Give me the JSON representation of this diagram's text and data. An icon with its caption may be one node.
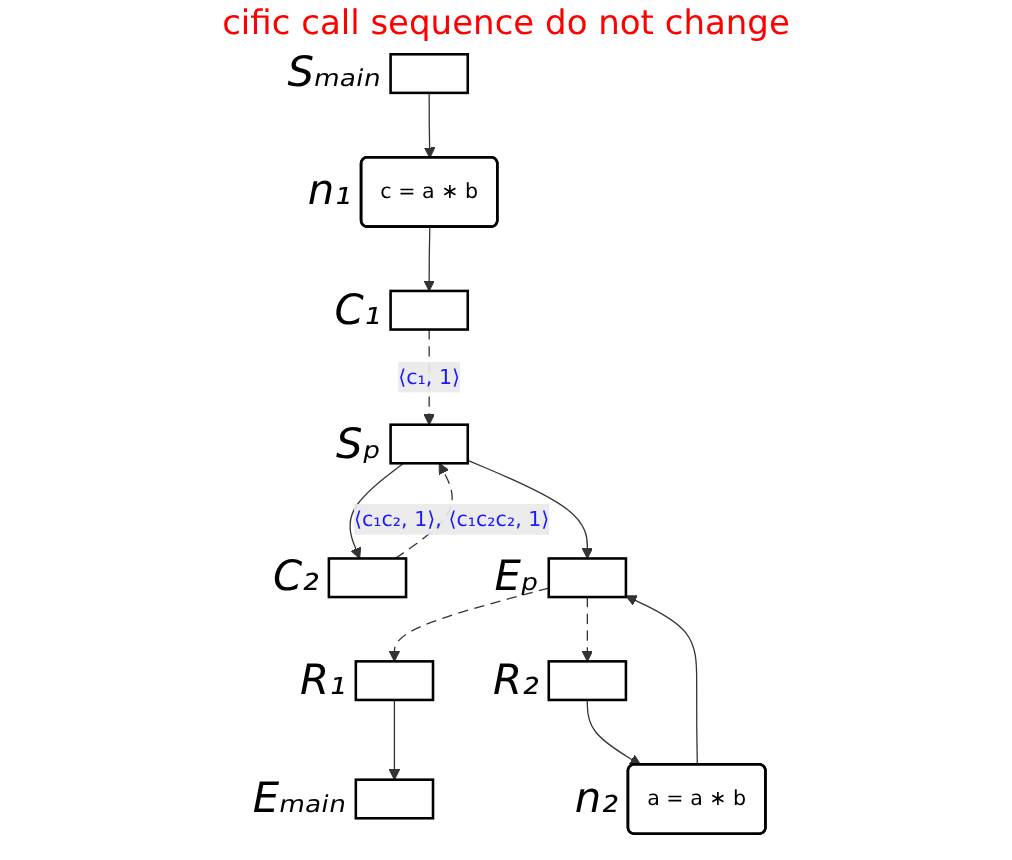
{
  "diagram": {
    "title": "cific call sequence do not change",
    "nodes": [
      {
        "text": [],
        "shape": "box",
        "beside": [
          "Sₘₐᵢₙ"
        ]
      },
      {
        "text": [
          "c = a ∗ b"
        ],
        "beside": [
          "n₁"
        ]
      },
      {
        "text": [],
        "shape": "box",
        "beside": [
          "C₁"
        ]
      },
      {
        "text": [],
        "shape": "box",
        "beside": [
          "R₁"
        ]
      },
      {
        "text": [],
        "shape": "box",
        "beside": [
          "Eₘₐᵢₙ"
        ]
      },
      {
        "text": [],
        "shape": "box",
        "beside": [
          "Sₚ"
        ]
      },
      {
        "text": [],
        "shape": "box",
        "beside": [
          "C₂"
        ]
      },
      {
        "text": [],
        "shape": "box",
        "beside": [
          "R₂"
        ]
      },
      {
        "text": [
          "a = a ∗ b"
        ],
        "beside": [
          "n₂"
        ]
      },
      {
        "text": [],
        "shape": "box",
        "beside": [
          "Eₚ"
        ]
      }
    ],
    "edges": [
      {
        "from": 0,
        "to": 1,
        "arrow": "to"
      },
      {
        "from": 1,
        "to": 2,
        "arrow": "to"
      },
      {
        "from": 2,
        "to": 5,
        "arrow": "to",
        "style": "dashed",
        "label": "⟨c₁, 1⟩"
      },
      {
        "from": 3,
        "to": 4,
        "arrow": "to"
      },
      {
        "from": 5,
        "to": 6,
        "arrow": "to"
      },
      {
        "from": 5,
        "to": 9,
        "arrow": "to"
      },
      {
        "from": 6,
        "to": 5,
        "arrow": "to",
        "style": "dashed",
        "label": "⟨c₁c₂, 1⟩, ⟨c₁c₂c₂, 1⟩"
      },
      {
        "from": 7,
        "to": 8,
        "arrow": "to"
      },
      {
        "from": 8,
        "to": 9,
        "arrow": "to"
      },
      {
        "from": 9,
        "to": 3,
        "arrow": "to",
        "style": "dashed"
      },
      {
        "from": 9,
        "to": 7,
        "arrow": "to",
        "style": "dashed"
      }
    ]
  }
}
